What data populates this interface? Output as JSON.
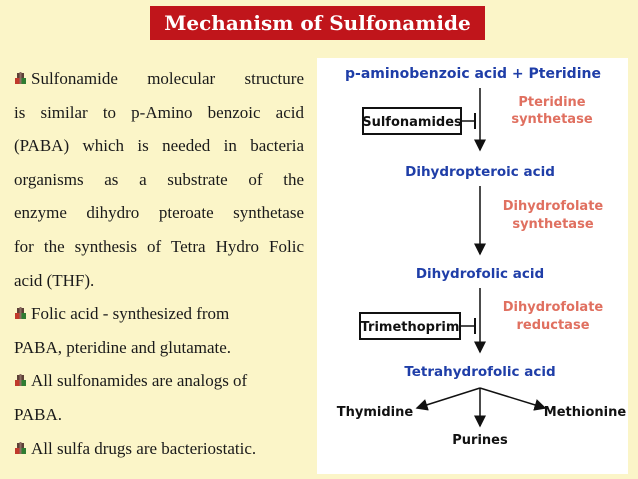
{
  "title": "Mechanism of Sulfonamide",
  "left_lines": [
    "Sulfonamide molecular structure",
    "is similar to p-Amino benzoic acid",
    "(PABA) which is needed in bacteria",
    "organisms as a substrate of the",
    "enzyme dihydro pteroate synthetase",
    "for the synthesis of Tetra Hydro Folic",
    "acid (THF).",
    "Folic acid - synthesized from",
    "PABA, pteridine and glutamate.",
    "All sulfonamides are analogs of",
    "PABA.",
    "All sulfa drugs are bacteriostatic."
  ],
  "diagram": {
    "top_substrates": "p-aminobenzoic acid + Pteridine",
    "inhibitor_1": "Sulfonamides",
    "enzyme_1_line1": "Pteridine",
    "enzyme_1_line2": "synthetase",
    "product_1": "Dihydropteroic acid",
    "enzyme_2_line1": "Dihydrofolate",
    "enzyme_2_line2": "synthetase",
    "product_2": "Dihydrofolic acid",
    "inhibitor_2": "Trimethoprim",
    "enzyme_3_line1": "Dihydrofolate",
    "enzyme_3_line2": "reductase",
    "product_3": "Tetrahydrofolic acid",
    "output_left": "Thymidine",
    "output_right": "Methionine",
    "output_bottom": "Purines"
  },
  "colors": {
    "title_bg": "#C0151B",
    "slide_bg": "#FBF5C8",
    "metabolite_blue": "#1f3ea8",
    "enzyme_red": "#e07060"
  },
  "icons": {
    "bullet": "small-book-bullet-icon"
  }
}
